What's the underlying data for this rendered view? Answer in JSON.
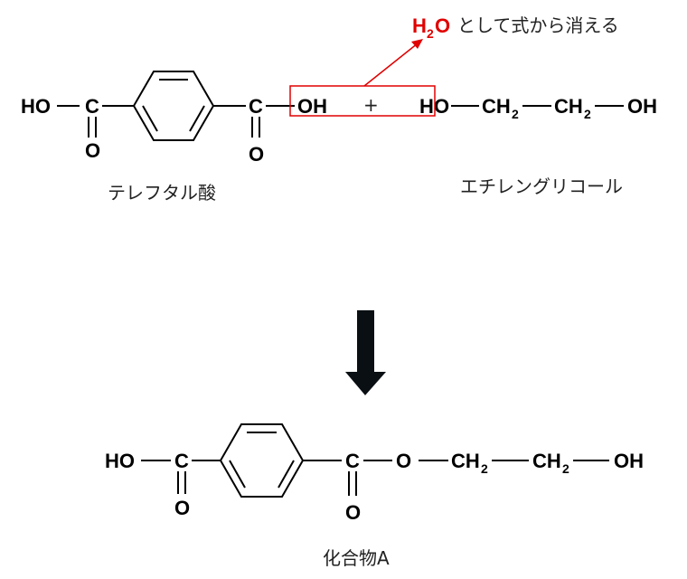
{
  "labels": {
    "terephthalic_acid": "テレフタル酸",
    "ethylene_glycol": "エチレングリコール",
    "compound_a": "化合物A",
    "removed_text": "として式から消える",
    "plus": "+"
  },
  "atoms": {
    "ho": "HO",
    "oh": "OH",
    "h": "H",
    "c": "C",
    "o": "O",
    "ch": "CH",
    "two": "2"
  },
  "colors": {
    "highlight": "#e00000",
    "arrow": "#0a0f14"
  }
}
